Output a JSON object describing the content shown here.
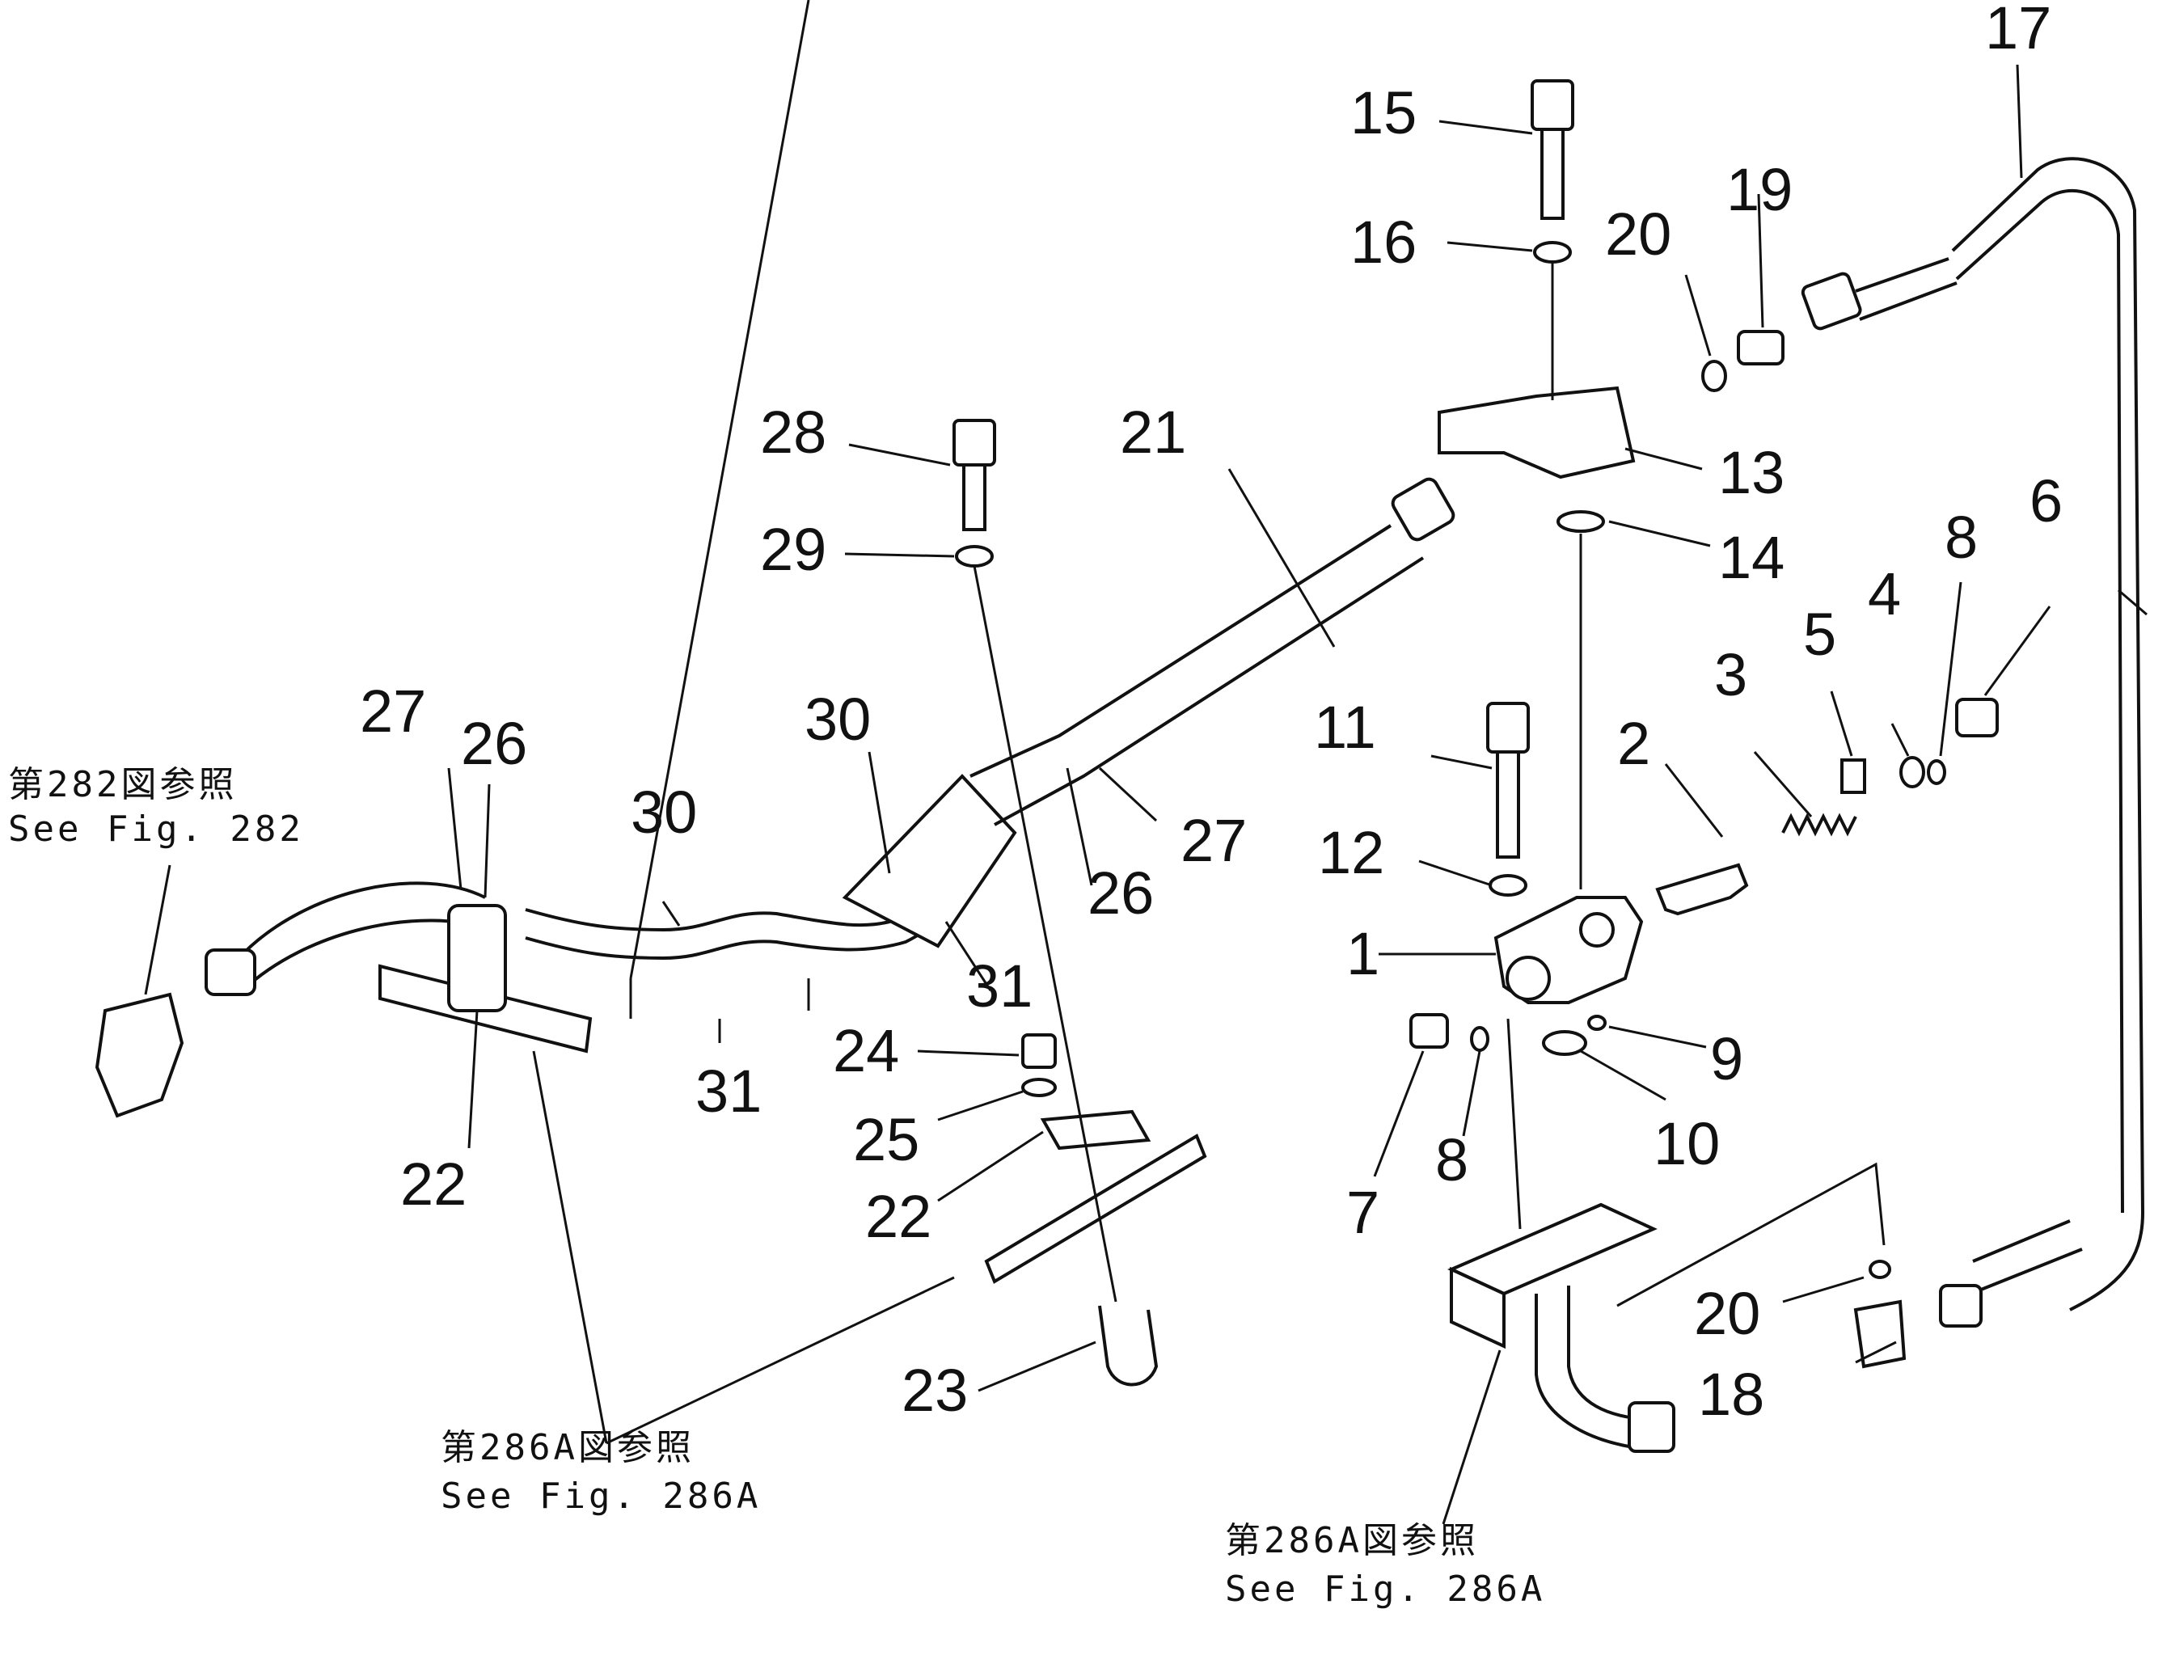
{
  "callouts": [
    "1",
    "2",
    "3",
    "4",
    "5",
    "6",
    "7",
    "8",
    "8",
    "9",
    "10",
    "11",
    "12",
    "13",
    "14",
    "15",
    "16",
    "17",
    "18",
    "19",
    "20",
    "20",
    "21",
    "22",
    "22",
    "23",
    "24",
    "25",
    "26",
    "26",
    "27",
    "27",
    "28",
    "29",
    "30",
    "30",
    "31",
    "31"
  ],
  "references": [
    {
      "jp": "第282図参照",
      "en": "See  Fig. 282"
    },
    {
      "jp": "第286A図参照",
      "en": "See  Fig. 286A"
    },
    {
      "jp": "第286A図参照",
      "en": "See  Fig. 286A"
    }
  ]
}
